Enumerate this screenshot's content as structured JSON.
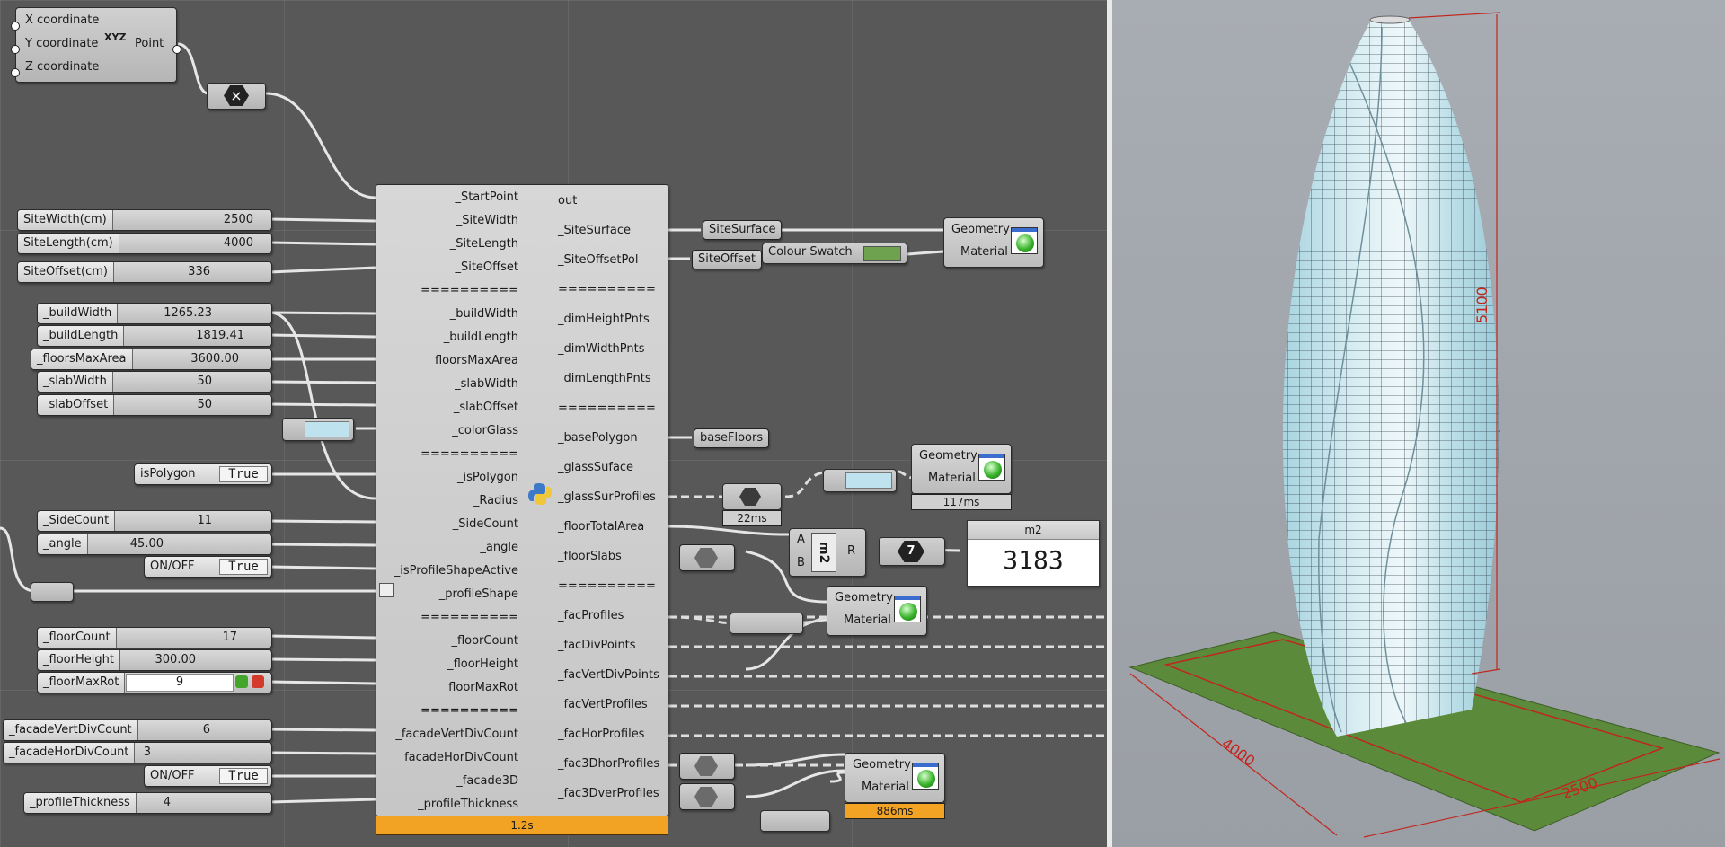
{
  "point_component": {
    "inputs": [
      "X coordinate",
      "Y coordinate",
      "Z coordinate"
    ],
    "icon_text": "XYZ",
    "output": "Point"
  },
  "sliders": [
    {
      "label": "SiteWidth(cm)",
      "value": "2500"
    },
    {
      "label": "SiteLength(cm)",
      "value": "4000"
    },
    {
      "label": "SiteOffset(cm)",
      "value": "336"
    },
    {
      "label": "_buildWidth",
      "value": "1265.23"
    },
    {
      "label": "_buildLength",
      "value": "1819.41"
    },
    {
      "label": "_floorsMaxArea",
      "value": "3600.00"
    },
    {
      "label": "_slabWidth",
      "value": "50"
    },
    {
      "label": "_slabOffset",
      "value": "50"
    },
    {
      "label": "_SideCount",
      "value": "11"
    },
    {
      "label": "_angle",
      "value": "45.00"
    },
    {
      "label": "_floorCount",
      "value": "17"
    },
    {
      "label": "_floorHeight",
      "value": "300.00"
    },
    {
      "label": "_floorMaxRot",
      "value": "9"
    },
    {
      "label": "_facadeVertDivCount",
      "value": "6"
    },
    {
      "label": "_facadeHorDivCount",
      "value": "3"
    },
    {
      "label": "_profileThickness",
      "value": "4"
    }
  ],
  "toggles": [
    {
      "label": "isPolygon",
      "value": "True"
    },
    {
      "label": "ON/OFF",
      "value": "True"
    },
    {
      "label": "ON/OFF",
      "value": "True"
    }
  ],
  "main_component": {
    "inputs": [
      "_StartPoint",
      "_SiteWidth",
      "_SiteLength",
      "_SiteOffset",
      "==========",
      "_buildWidth",
      "_buildLength",
      "_floorsMaxArea",
      "_slabWidth",
      "_slabOffset",
      "_colorGlass",
      "==========",
      "_isPolygon",
      "_Radius",
      "_SideCount",
      "_angle",
      "_isProfileShapeActive",
      "_profileShape",
      "==========",
      "_floorCount",
      "_floorHeight",
      "_floorMaxRot",
      "==========",
      "_facadeVertDivCount",
      "_facadeHorDivCount",
      "_facade3D",
      "_profileThickness"
    ],
    "outputs": [
      "out",
      "_SiteSurface",
      "_SiteOffsetPol",
      "==========",
      "_dimHeightPnts",
      "_dimWidthPnts",
      "_dimLengthPnts",
      "==========",
      "_basePolygon",
      "_glassSuface",
      "_glassSurProfiles",
      "_floorTotalArea",
      "_floorSlabs",
      "==========",
      "_facProfiles",
      "_facDivPoints",
      "_facVertDivPoints",
      "_facVertProfiles",
      "_facHorProfiles",
      "_fac3DhorProfiles",
      "_fac3DverProfiles"
    ],
    "time": "1.2s"
  },
  "params": {
    "site_surface": "SiteSurface",
    "site_offset": "SiteOffset",
    "colour_swatch": "Colour Swatch",
    "base_floors": "baseFloors"
  },
  "geometry_nodes": {
    "geometry_label": "Geometry",
    "material_label": "Material"
  },
  "timings": {
    "glass_profiles": "22ms",
    "glass_preview": "117ms",
    "fac3d_preview": "886ms"
  },
  "area_units": {
    "unit": "m2",
    "input_a": "A",
    "input_b": "B",
    "output": "R",
    "integer": "7"
  },
  "panel": {
    "title": "m2",
    "value": "3183"
  },
  "multiply_symbol": "×",
  "dimensions": {
    "height": "5100",
    "length": "4000",
    "width": "2500"
  },
  "colors": {
    "canvas": "#585858",
    "timer_bar": "#f2a324",
    "site_green": "#5b8a3a",
    "dimension_red": "#c0261e",
    "glass": "#bcdfe8"
  }
}
